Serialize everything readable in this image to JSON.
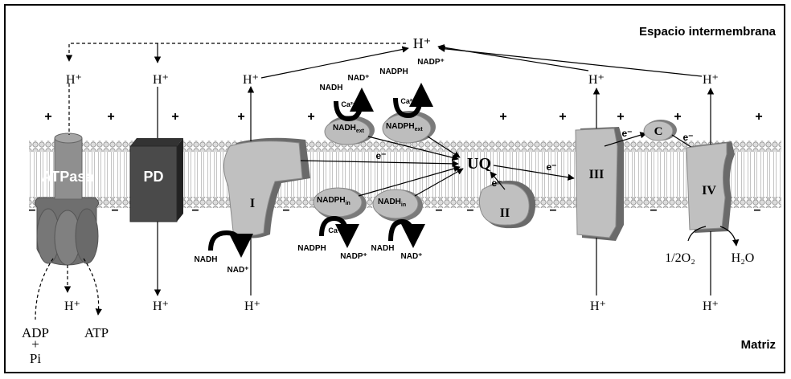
{
  "regions": {
    "intermembrane": "Espacio intermembrana",
    "matrix": "Matriz"
  },
  "membrane": {
    "plus_sign": "+",
    "minus_sign": "–"
  },
  "proton": "H⁺",
  "complexes": {
    "atpase": "ATPasa",
    "pd": "PD",
    "c1": "I",
    "c2": "II",
    "c3": "III",
    "c4": "IV",
    "uq": "UQ",
    "cytc": "C"
  },
  "dehydrogenases": {
    "nadh_ext": {
      "base": "NADH",
      "sub": "ext"
    },
    "nadph_ext": {
      "base": "NADPH",
      "sub": "ext"
    },
    "nadph_in": {
      "base": "NADPH",
      "sub": "in"
    },
    "nadh_in": {
      "base": "NADH",
      "sub": "in"
    }
  },
  "reactions": {
    "nadh": "NADH",
    "nad_plus": "NAD⁺",
    "nadph": "NADPH",
    "nadp_plus": "NADP⁺",
    "calcium": "Ca²⁺",
    "electron": "e⁻"
  },
  "atp_synthesis": {
    "adp": "ADP",
    "plus": "+",
    "pi": "Pi",
    "atp": "ATP"
  },
  "oxygen": {
    "half_o2": "1/2O₂",
    "water": "H₂O"
  }
}
